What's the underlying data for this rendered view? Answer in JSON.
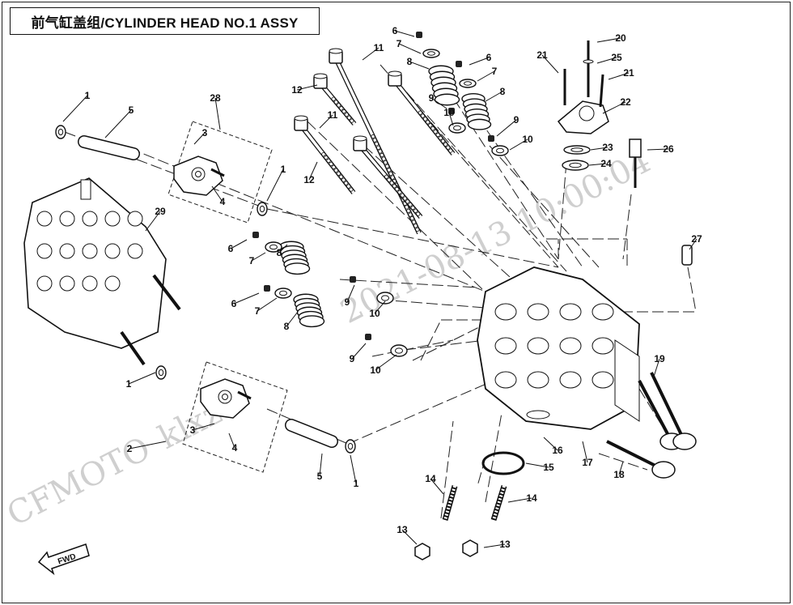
{
  "title": "前气缸盖组/CYLINDER HEAD NO.1 ASSY",
  "watermark": {
    "brand": "CFMOTO",
    "user": "klxzt",
    "timestamp": "2021-08-13 10:00:04"
  },
  "fwd_label": "FWD",
  "callouts": [
    "1",
    "1",
    "1",
    "1",
    "2",
    "3",
    "3",
    "4",
    "4",
    "5",
    "5",
    "6",
    "6",
    "6",
    "6",
    "7",
    "7",
    "7",
    "7",
    "8",
    "8",
    "8",
    "8",
    "9",
    "9",
    "9",
    "9",
    "10",
    "10",
    "10",
    "10",
    "11",
    "11",
    "12",
    "12",
    "13",
    "13",
    "14",
    "14",
    "15",
    "16",
    "17",
    "18",
    "19",
    "20",
    "21",
    "21",
    "22",
    "23",
    "24",
    "25",
    "26",
    "27",
    "28",
    "29"
  ],
  "colors": {
    "line": "#111111",
    "part": "#2a2a2a",
    "watermark": "#cfcfcf",
    "background": "#ffffff"
  }
}
